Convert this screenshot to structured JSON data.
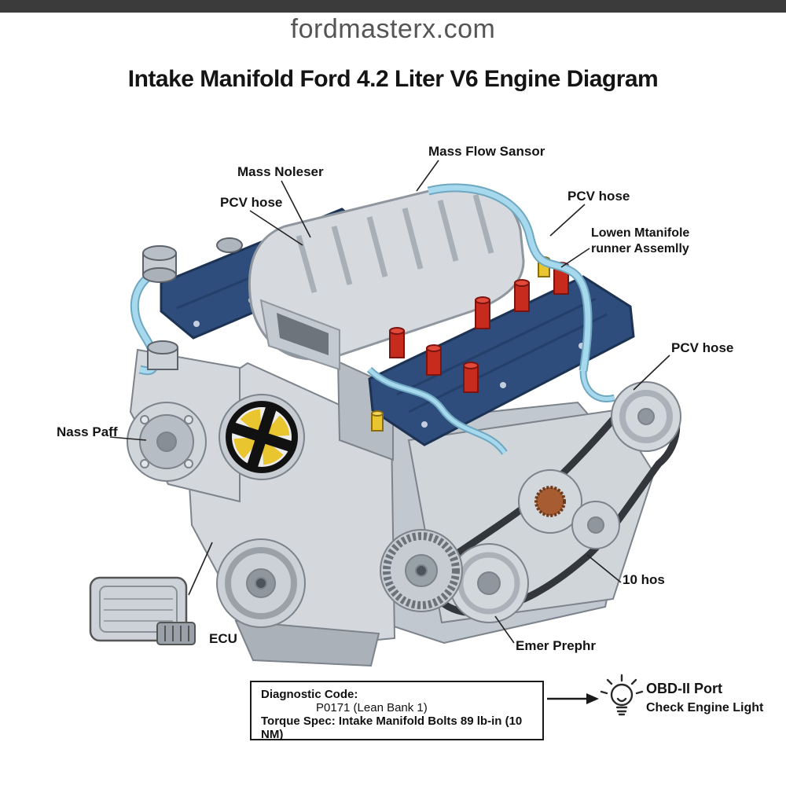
{
  "header": {
    "site": "fordmasterx.com"
  },
  "title": "Intake Manifold Ford 4.2 Liter V6 Engine Diagram",
  "labels": {
    "mass_noleser": "Mass Noleser",
    "mass_flow_sansor": "Mass Flow Sansor",
    "pcv_hose_left": "PCV hose",
    "pcv_hose_right": "PCV hose",
    "lower_manifold_line1": "Lowen Mtanifole",
    "lower_manifold_line2": "runner Assemlly",
    "pcv_hose_far_right": "PCV hose",
    "nass_paff": "Nass Paff",
    "ecu": "ECU",
    "ten_hos": "10 hos",
    "emer_prephr": "Emer Prephr"
  },
  "info_box": {
    "line1": "Diagnostic Code:",
    "line2": "P0171 (Lean Bank 1)",
    "line3": "Torque Spec: Intake Manifold Bolts 89 lb-in (10 NM)"
  },
  "obd": {
    "title": "OBD-II Port",
    "subtitle": "Check Engine Light",
    "icon": "lightbulb-icon"
  },
  "colors": {
    "navy": "#2e4c7c",
    "navyDark": "#1d3354",
    "coil": "#c62b1e",
    "hose": "#a7d9ee",
    "yellow": "#e9c52f",
    "steel1": "#d4d8dd",
    "steel2": "#c2c8cf",
    "ink": "#1a1a1a",
    "bar": "#3b3b3b",
    "site": "#555555"
  }
}
